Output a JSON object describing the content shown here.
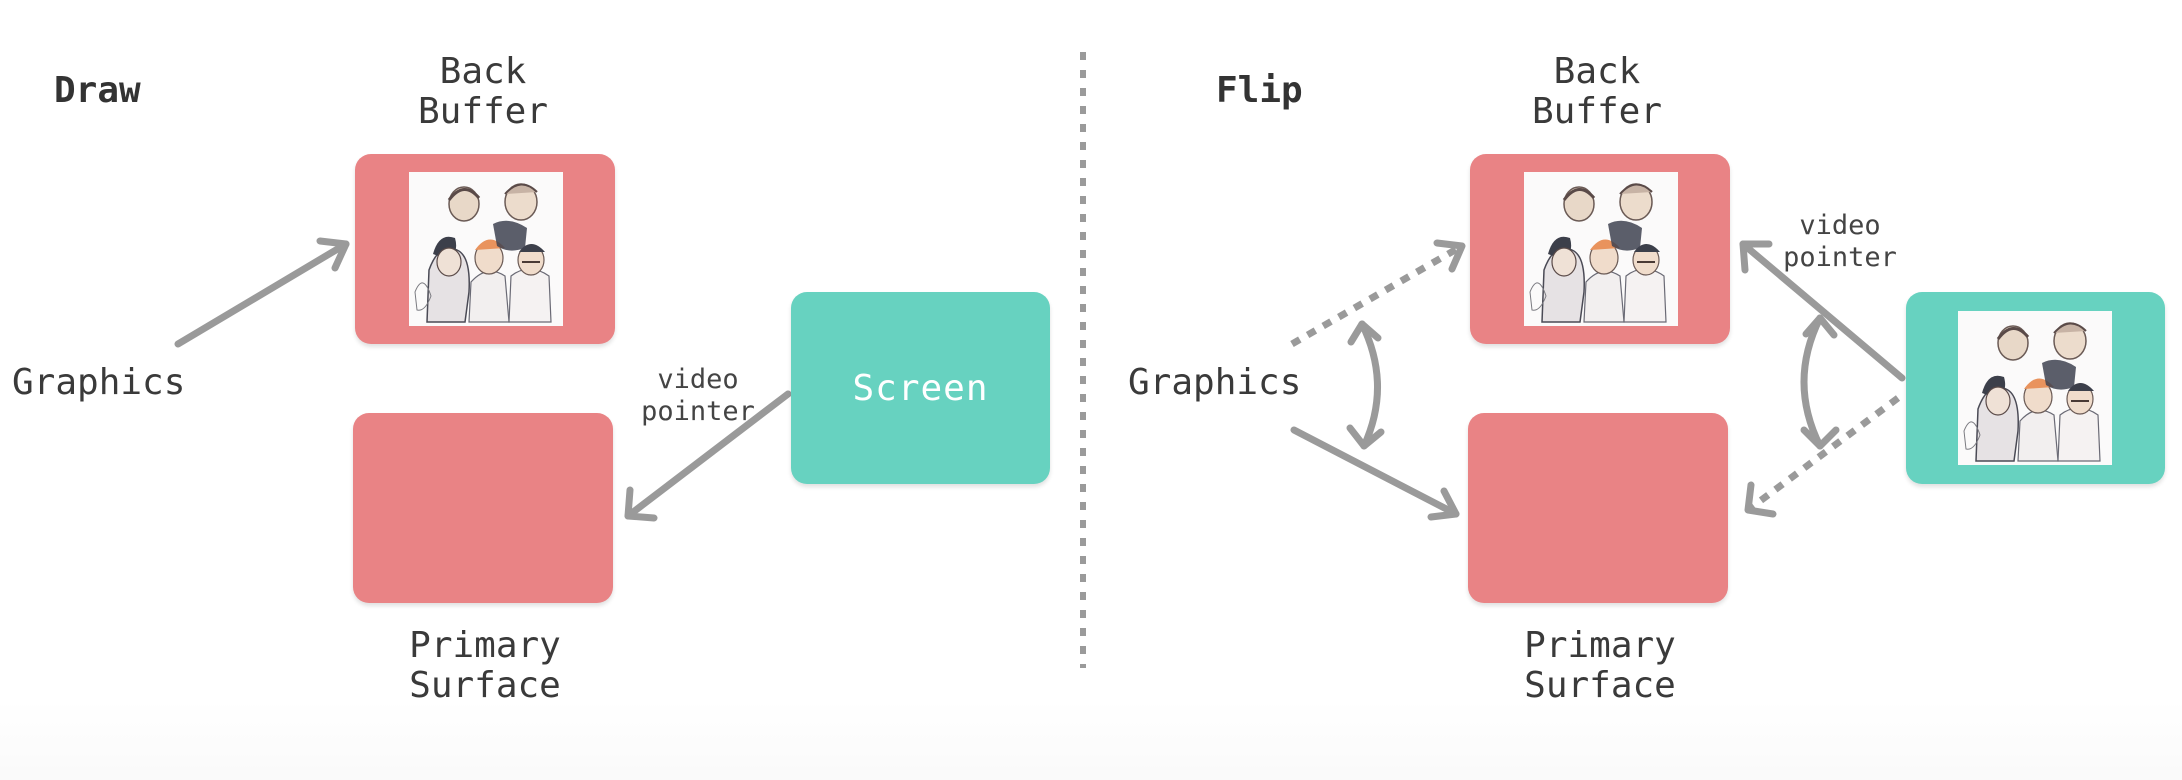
{
  "colors": {
    "buffer": "#e98385",
    "screen": "#67d2c0",
    "arrow": "#9a9a9a",
    "text": "#3a3a3a"
  },
  "draw_panel": {
    "title": "Draw",
    "back_buffer_label": [
      "Back",
      "Buffer"
    ],
    "primary_surface_label": [
      "Primary",
      "Surface"
    ],
    "graphics_label": "Graphics",
    "video_pointer_label": [
      "video",
      "pointer"
    ],
    "screen_label": "Screen"
  },
  "flip_panel": {
    "title": "Flip",
    "back_buffer_label": [
      "Back",
      "Buffer"
    ],
    "primary_surface_label": [
      "Primary",
      "Surface"
    ],
    "graphics_label": "Graphics",
    "video_pointer_label": [
      "video",
      "pointer"
    ]
  },
  "icons": {
    "image": "illustration-image-icon",
    "arrow": "arrow-icon",
    "swap": "swap-arrow-icon"
  }
}
